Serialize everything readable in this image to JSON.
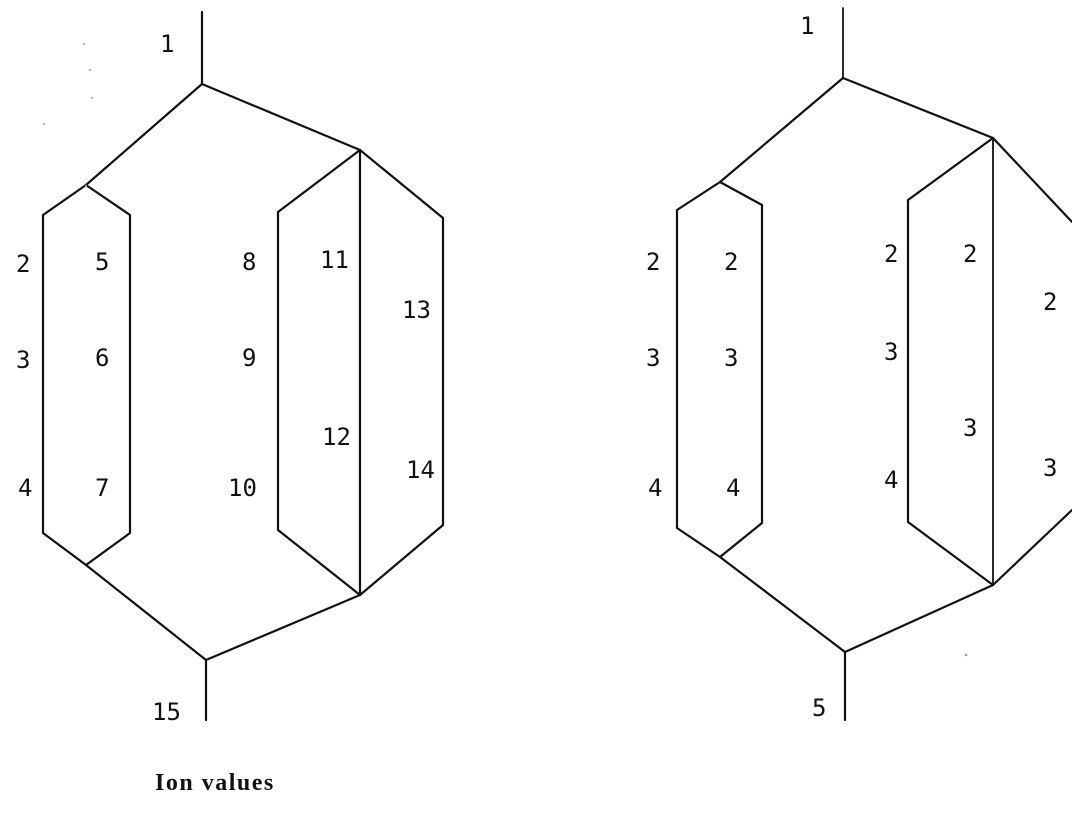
{
  "left_diagram": {
    "labels": {
      "n1": "1",
      "n2": "2",
      "n3": "3",
      "n4": "4",
      "n5": "5",
      "n6": "6",
      "n7": "7",
      "n8": "8",
      "n9": "9",
      "n10": "10",
      "n11": "11",
      "n12": "12",
      "n13": "13",
      "n14": "14",
      "n15": "15"
    }
  },
  "right_diagram": {
    "labels": {
      "n1": "1",
      "n2": "2",
      "n3": "3",
      "n4": "4",
      "n5": "2",
      "n6": "3",
      "n7": "4",
      "n8": "2",
      "n9": "3",
      "n10": "4",
      "n11": "2",
      "n12": "3",
      "n13": "2",
      "n14": "3",
      "n15": "5"
    }
  },
  "caption": "Ion values"
}
